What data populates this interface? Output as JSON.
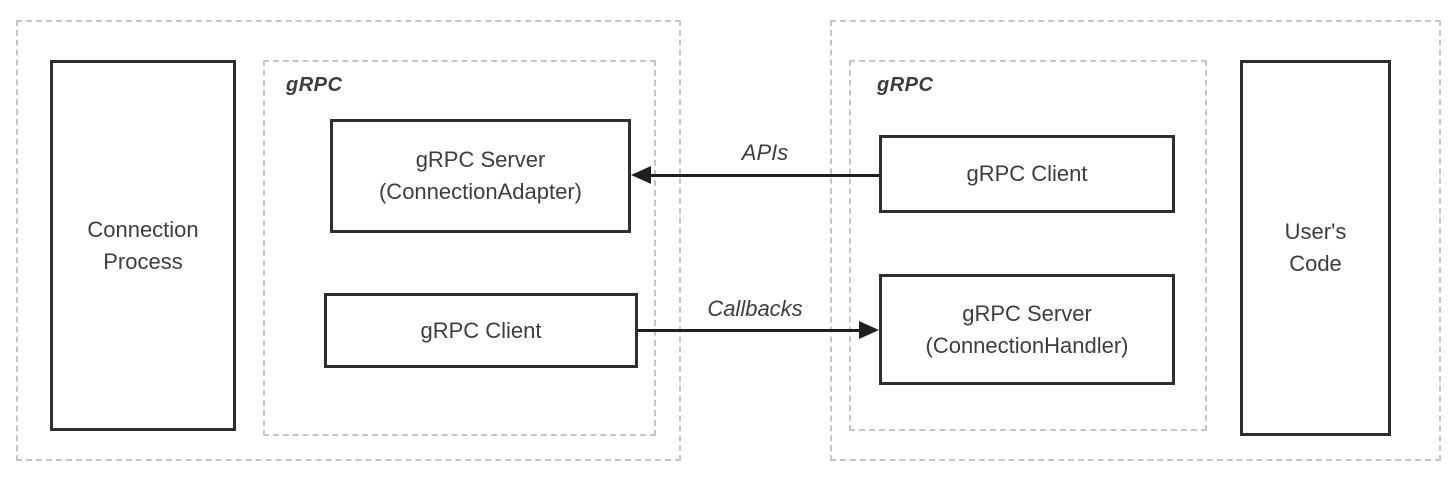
{
  "left_panel": {
    "process_box": {
      "line1": "Connection",
      "line2": "Process"
    },
    "grpc_group": {
      "label": "gRPC",
      "server_box": {
        "line1": "gRPC Server",
        "line2": "(ConnectionAdapter)"
      },
      "client_box": {
        "label": "gRPC Client"
      }
    }
  },
  "right_panel": {
    "grpc_group": {
      "label": "gRPC",
      "client_box": {
        "label": "gRPC Client"
      },
      "server_box": {
        "line1": "gRPC Server",
        "line2": "(ConnectionHandler)"
      }
    },
    "code_box": {
      "line1": "User's",
      "line2": "Code"
    }
  },
  "arrows": {
    "apis": {
      "label": "APIs",
      "direction": "left"
    },
    "callbacks": {
      "label": "Callbacks",
      "direction": "right"
    }
  },
  "colors": {
    "background": "#ffffff",
    "solid_border": "#2e2e2e",
    "dashed_border": "#c6c6c6",
    "text": "#3d3d3d",
    "arrow": "#1f1f1f"
  }
}
